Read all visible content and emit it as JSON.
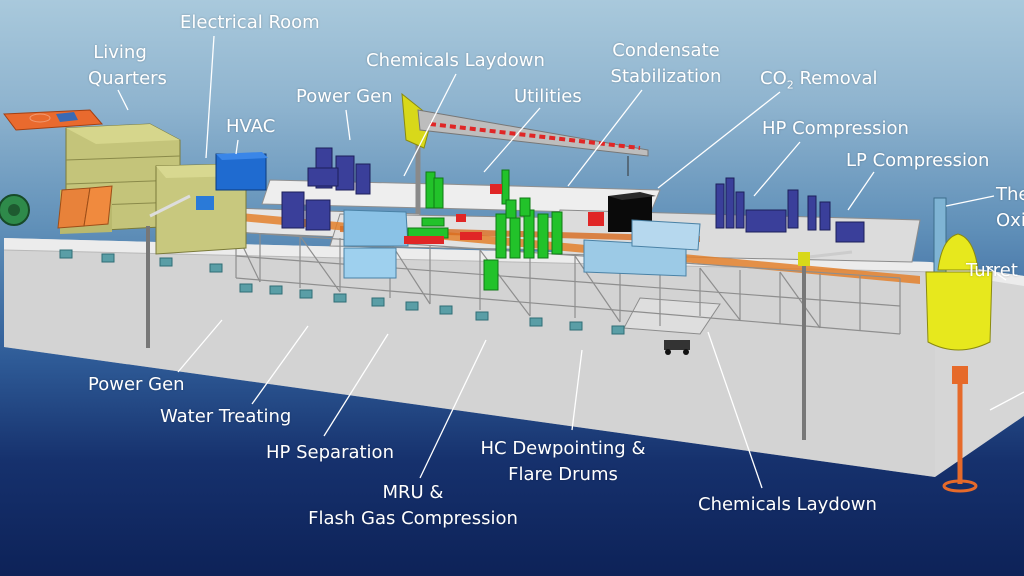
{
  "diagram": {
    "colors": {
      "label_top": "#ffffff",
      "label_bottom": "#ffffff",
      "hull": "#d9d9d9",
      "deck": "#e7e7e7",
      "equipment_green": "#22c22a",
      "equipment_purple": "#3a3f9a",
      "turret_yellow": "#e7e81d",
      "crane_yellow": "#d8d81a",
      "pipe_orange": "#e3802c"
    },
    "labels": {
      "electrical_room": "Electrical Room",
      "living_quarters": [
        "Living",
        "Quarters"
      ],
      "hvac": "HVAC",
      "power_gen_top": "Power Gen",
      "chemicals_laydown_top": "Chemicals Laydown",
      "utilities": "Utilities",
      "condensate_stabilization": [
        "Condensate",
        "Stabilization"
      ],
      "co2_removal": {
        "main": "CO",
        "sub": "2",
        "rest": " Removal"
      },
      "hp_compression": "HP Compression",
      "lp_compression": "LP Compression",
      "thermal_oxidizer_partial": [
        "The",
        "Oxi"
      ],
      "turret_partial": "Turret",
      "power_gen_bottom": "Power Gen",
      "water_treating": "Water Treating",
      "hp_separation": "HP Separation",
      "mru": [
        "MRU &",
        "Flash Gas Compression"
      ],
      "hc_dewpointing": [
        "HC Dewpointing &",
        "Flare Drums"
      ],
      "chemicals_laydown_bottom": "Chemicals Laydown"
    }
  }
}
